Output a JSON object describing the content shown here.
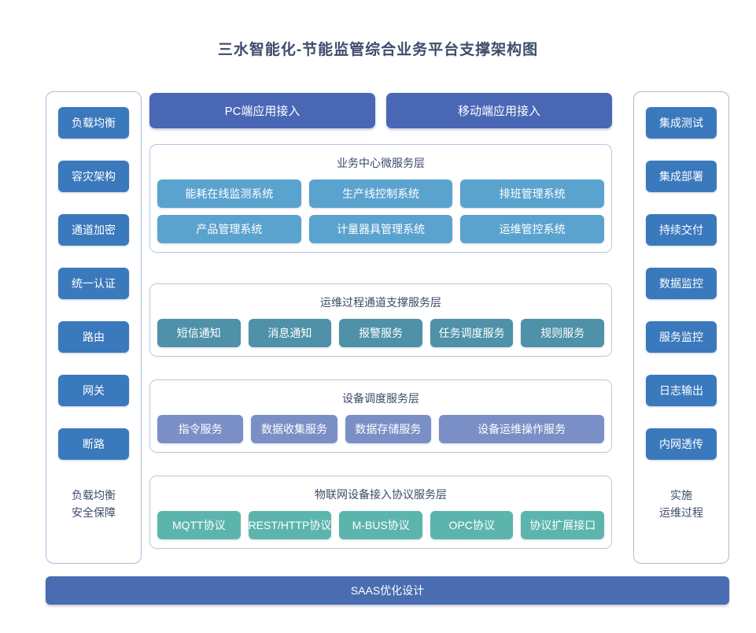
{
  "title": "三水智能化-节能监管综合业务平台支撑架构图",
  "colors": {
    "side_chip": "#3b79bd",
    "access_btn": "#4a67b5",
    "business_chip": "#5ba3cf",
    "ops_chip": "#4e91a8",
    "device_chip": "#7b8fc7",
    "iot_chip": "#5cb5ad",
    "bottom_bar": "#4a6cb0",
    "panel_border": "#b6c8e2",
    "title_text": "#3f4c6b"
  },
  "left_column": {
    "items": [
      {
        "label": "负载均衡"
      },
      {
        "label": "容灾架构"
      },
      {
        "label": "通道加密"
      },
      {
        "label": "统一认证"
      },
      {
        "label": "路由"
      },
      {
        "label": "网关"
      },
      {
        "label": "断路"
      }
    ],
    "footer_line1": "负载均衡",
    "footer_line2": "安全保障"
  },
  "right_column": {
    "items": [
      {
        "label": "集成测试"
      },
      {
        "label": "集成部署"
      },
      {
        "label": "持续交付"
      },
      {
        "label": "数据监控"
      },
      {
        "label": "服务监控"
      },
      {
        "label": "日志输出"
      },
      {
        "label": "内网透传"
      }
    ],
    "footer_line1": "实施",
    "footer_line2": "运维过程"
  },
  "access": {
    "buttons": [
      {
        "label": "PC端应用接入"
      },
      {
        "label": "移动端应用接入"
      }
    ]
  },
  "layers": [
    {
      "id": "business",
      "title": "业务中心微服务层",
      "rows": [
        [
          {
            "label": "能耗在线监测系统"
          },
          {
            "label": "生产线控制系统"
          },
          {
            "label": "排班管理系统"
          }
        ],
        [
          {
            "label": "产品管理系统"
          },
          {
            "label": "计量器具管理系统"
          },
          {
            "label": "运维管控系统"
          }
        ]
      ]
    },
    {
      "id": "ops",
      "title": "运维过程通道支撑服务层",
      "rows": [
        [
          {
            "label": "短信通知"
          },
          {
            "label": "消息通知"
          },
          {
            "label": "报警服务"
          },
          {
            "label": "任务调度服务"
          },
          {
            "label": "规则服务"
          }
        ]
      ]
    },
    {
      "id": "device",
      "title": "设备调度服务层",
      "rows": [
        [
          {
            "label": "指令服务"
          },
          {
            "label": "数据收集服务"
          },
          {
            "label": "数据存储服务"
          },
          {
            "label": "设备运维操作服务",
            "wide": true
          }
        ]
      ]
    },
    {
      "id": "iot",
      "title": "物联网设备接入协议服务层",
      "rows": [
        [
          {
            "label": "MQTT协议"
          },
          {
            "label": "REST/HTTP协议"
          },
          {
            "label": "M-BUS协议"
          },
          {
            "label": "OPC协议"
          },
          {
            "label": "协议扩展接口"
          }
        ]
      ]
    }
  ],
  "bottom_bar": {
    "label": "SAAS优化设计"
  }
}
